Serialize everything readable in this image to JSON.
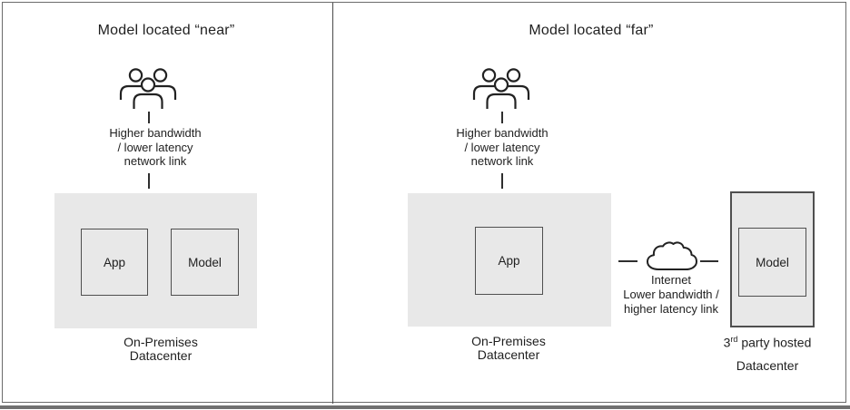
{
  "left_panel": {
    "title": "Model located “near”",
    "network_note": [
      "Higher bandwidth",
      "/ lower latency",
      "network link"
    ],
    "app_box_label": "App",
    "model_box_label": "Model",
    "datacenter_label": [
      "On-Premises",
      "Datacenter"
    ]
  },
  "right_panel": {
    "title": "Model located “far”",
    "network_note": [
      "Higher bandwidth",
      "/ lower latency",
      "network link"
    ],
    "app_box_label": "App",
    "onprem_label": [
      "On-Premises",
      "Datacenter"
    ],
    "internet_label": "Internet",
    "internet_note": [
      "Lower bandwidth /",
      "higher latency link"
    ],
    "model_box_label": "Model",
    "third_party_label": {
      "base": "3",
      "sup": "rd",
      "rest": " party hosted",
      "line2": "Datacenter"
    }
  },
  "icons": {
    "users": "users-icon",
    "cloud": "cloud-icon"
  },
  "colors": {
    "datacenter_fill": "#e8e8e8",
    "box_border": "#4f4f4f",
    "line": "#2e2e2e",
    "text": "#1f1f1f",
    "frame": "#6b6b6b",
    "divider": "#4a4a4a",
    "bottom_bar": "#707070"
  }
}
